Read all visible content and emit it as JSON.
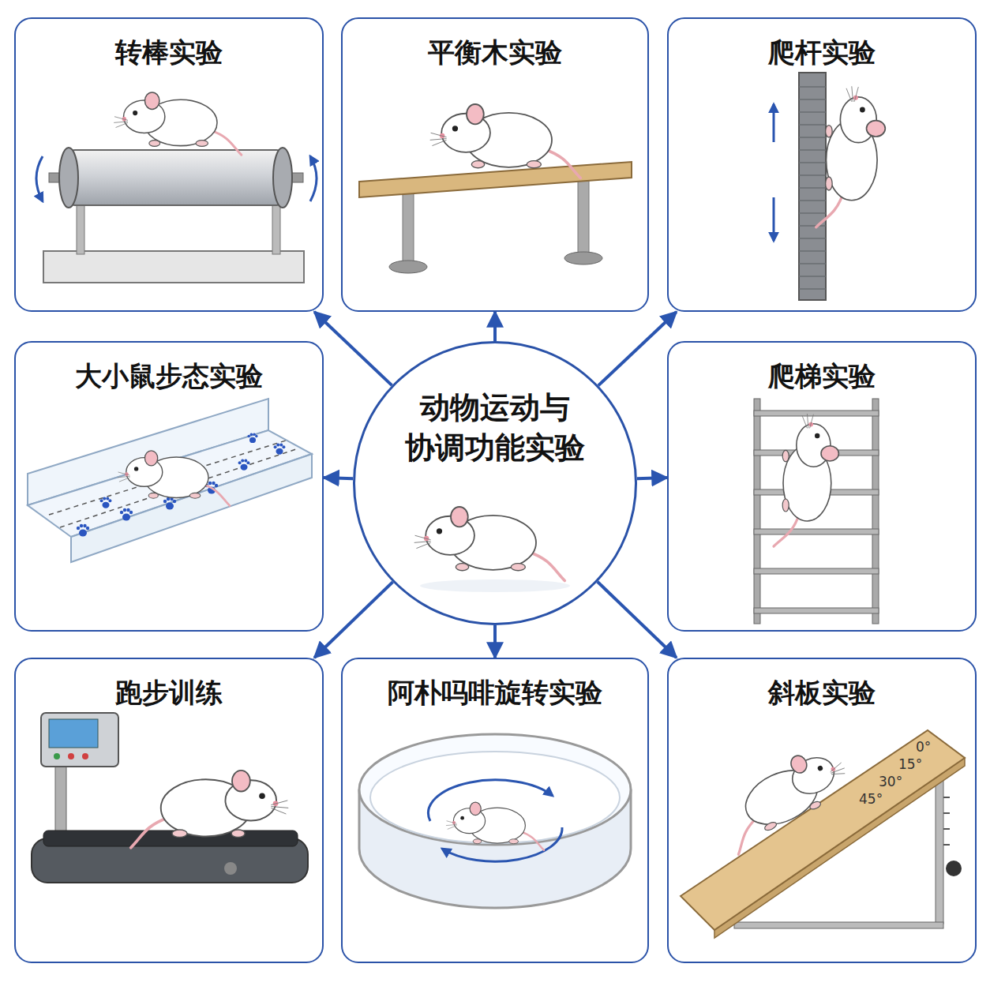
{
  "diagram": {
    "nodes": [
      {
        "text": [
          "转棒实验"
        ]
      },
      {
        "text": [
          "平衡木实验"
        ]
      },
      {
        "text": [
          "爬杆实验"
        ]
      },
      {
        "text": [
          "大小鼠步态实验"
        ]
      },
      {
        "text": [
          "动物运动与 协调功能实验"
        ]
      },
      {
        "text": [
          "爬梯实验"
        ]
      },
      {
        "text": [
          "跑步训练"
        ]
      },
      {
        "text": [
          "阿朴吗啡旋转实验"
        ]
      },
      {
        "text": [
          "斜板实验"
        ]
      }
    ],
    "edges": [
      {
        "from": 4,
        "to": 0,
        "arrow": "to"
      },
      {
        "from": 4,
        "to": 1,
        "arrow": "to"
      },
      {
        "from": 4,
        "to": 2,
        "arrow": "to"
      },
      {
        "from": 4,
        "to": 3,
        "arrow": "to"
      },
      {
        "from": 4,
        "to": 5,
        "arrow": "to"
      },
      {
        "from": 4,
        "to": 6,
        "arrow": "to"
      },
      {
        "from": 4,
        "to": 7,
        "arrow": "to"
      },
      {
        "from": 4,
        "to": 8,
        "arrow": "to"
      }
    ],
    "labels": [
      "0°",
      "15°",
      "30°",
      "45°"
    ]
  }
}
